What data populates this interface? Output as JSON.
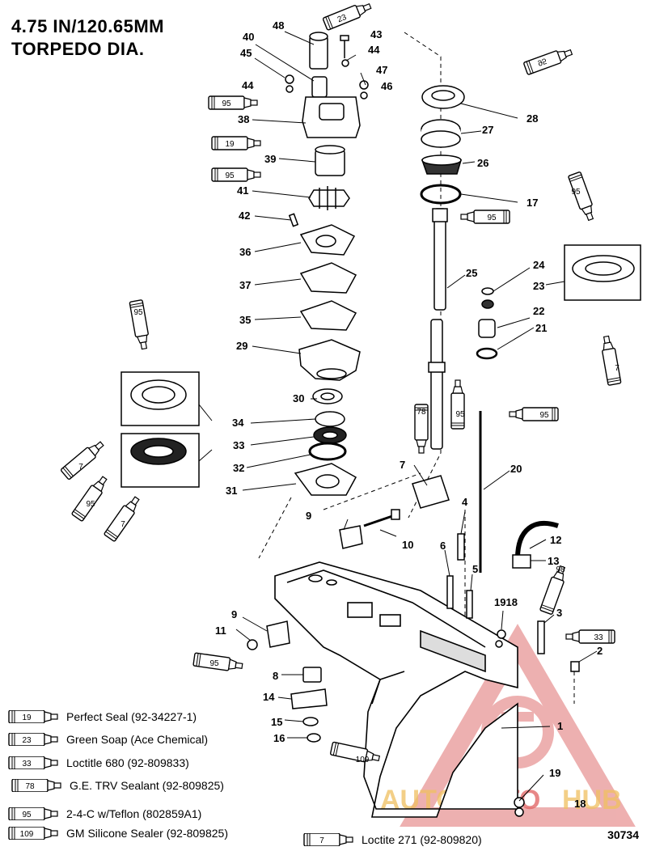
{
  "title": {
    "line1": "4.75 IN/120.65MM",
    "line2": "TORPEDO DIA."
  },
  "doc_number": "30734",
  "watermark": {
    "left": "AUTO",
    "middle": "MOTO",
    "right": "HUB"
  },
  "legend": [
    {
      "code": "19",
      "text": "Perfect Seal (92-34227-1)"
    },
    {
      "code": "23",
      "text": "Green Soap (Ace Chemical)"
    },
    {
      "code": "33",
      "text": "Loctitle 680 (92-809833)"
    },
    {
      "code": "78",
      "text": "G.E. TRV Sealant (92-809825)"
    },
    {
      "code": "95",
      "text": "2-4-C w/Teflon (802859A1)"
    },
    {
      "code": "109",
      "text": "GM Silicone Sealer (92-809825)"
    },
    {
      "code": "7",
      "text": "Loctite 271 (92-809820)"
    }
  ],
  "part_labels": {
    "p1": "1",
    "p2": "2",
    "p3": "3",
    "p4": "4",
    "p5": "5",
    "p6": "6",
    "p7": "7",
    "p7b": "7",
    "p8": "8",
    "p9": "9",
    "p9b": "9",
    "p10": "10",
    "p11": "11",
    "p12": "12",
    "p13": "13",
    "p14": "14",
    "p15": "15",
    "p16": "16",
    "p17": "17",
    "p18": "18",
    "p19": "19",
    "p1918": "1918",
    "p20": "20",
    "p21": "21",
    "p22": "22",
    "p23": "23",
    "p24": "24",
    "p25": "25",
    "p26": "26",
    "p27": "27",
    "p28": "28",
    "p29": "29",
    "p30": "30",
    "p31": "31",
    "p32": "32",
    "p33": "33",
    "p34": "34",
    "p35": "35",
    "p36": "36",
    "p37": "37",
    "p38": "38",
    "p39": "39",
    "p40": "40",
    "p41": "41",
    "p42": "42",
    "p43": "43",
    "p44": "44",
    "p44b": "44",
    "p45": "45",
    "p46": "46",
    "p47": "47",
    "p48": "48"
  },
  "tube_labels": {
    "t23": "23",
    "t95a": "95",
    "t19": "19",
    "t95b": "95",
    "t95c": "95",
    "t95d": "95",
    "t95e": "95",
    "t7a": "7",
    "t95f": "95",
    "t95g": "95",
    "t78": "78",
    "t95h": "95",
    "t7b": "7",
    "t7c": "7",
    "t95i": "95",
    "t98": "98",
    "t33": "33",
    "t95j": "95",
    "t109": "109",
    "t7d": "7"
  }
}
